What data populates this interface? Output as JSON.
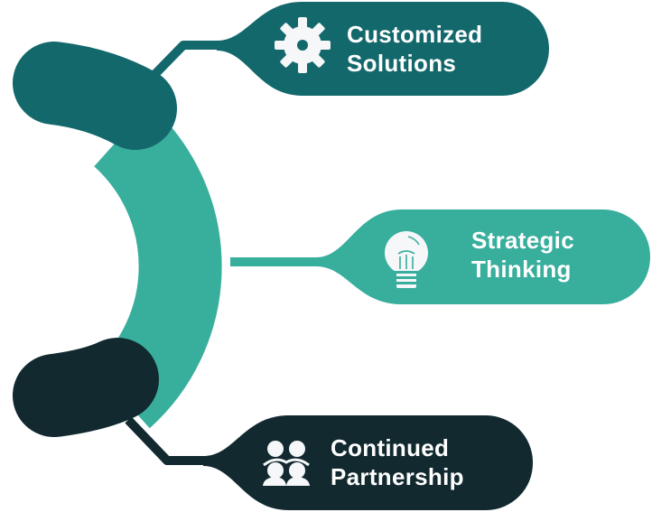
{
  "colors": {
    "dark_teal": "#13686c",
    "teal": "#38ae9c",
    "navy": "#11292f",
    "icon": "#f5f7f9"
  },
  "items": [
    {
      "line1": "Customized",
      "line2": "Solutions",
      "icon": "gear-icon"
    },
    {
      "line1": "Strategic",
      "line2": "Thinking",
      "icon": "lightbulb-icon"
    },
    {
      "line1": "Continued",
      "line2": "Partnership",
      "icon": "people-icon"
    }
  ]
}
